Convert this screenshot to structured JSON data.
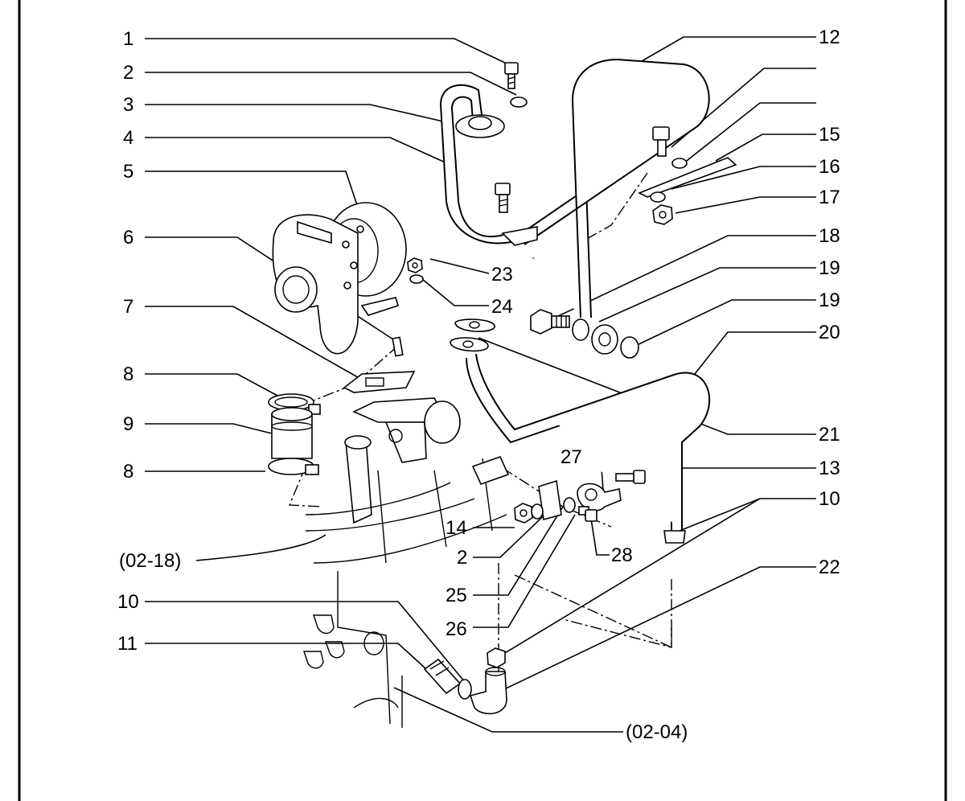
{
  "callouts": [
    {
      "id": "c1",
      "text": "1"
    },
    {
      "id": "c2",
      "text": "2"
    },
    {
      "id": "c3",
      "text": "3"
    },
    {
      "id": "c4",
      "text": "4"
    },
    {
      "id": "c5",
      "text": "5"
    },
    {
      "id": "c6",
      "text": "6"
    },
    {
      "id": "c7",
      "text": "7"
    },
    {
      "id": "c8a",
      "text": "8"
    },
    {
      "id": "c9",
      "text": "9"
    },
    {
      "id": "c8b",
      "text": "8"
    },
    {
      "id": "c0218",
      "text": "(02-18)"
    },
    {
      "id": "c10a",
      "text": "10"
    },
    {
      "id": "c11",
      "text": "11"
    },
    {
      "id": "c12",
      "text": "12"
    },
    {
      "id": "c15",
      "text": "15"
    },
    {
      "id": "c16",
      "text": "16"
    },
    {
      "id": "c17",
      "text": "17"
    },
    {
      "id": "c18",
      "text": "18"
    },
    {
      "id": "c19a",
      "text": "19"
    },
    {
      "id": "c19b",
      "text": "19"
    },
    {
      "id": "c20",
      "text": "20"
    },
    {
      "id": "c21",
      "text": "21"
    },
    {
      "id": "c13",
      "text": "13"
    },
    {
      "id": "c10b",
      "text": "10"
    },
    {
      "id": "c22",
      "text": "22"
    },
    {
      "id": "c23",
      "text": "23"
    },
    {
      "id": "c24",
      "text": "24"
    },
    {
      "id": "c27",
      "text": "27"
    },
    {
      "id": "c28",
      "text": "28"
    },
    {
      "id": "c14",
      "text": "14"
    },
    {
      "id": "c2b",
      "text": "2"
    },
    {
      "id": "c25",
      "text": "25"
    },
    {
      "id": "c26",
      "text": "26"
    },
    {
      "id": "c0204",
      "text": "(02-04)"
    }
  ]
}
